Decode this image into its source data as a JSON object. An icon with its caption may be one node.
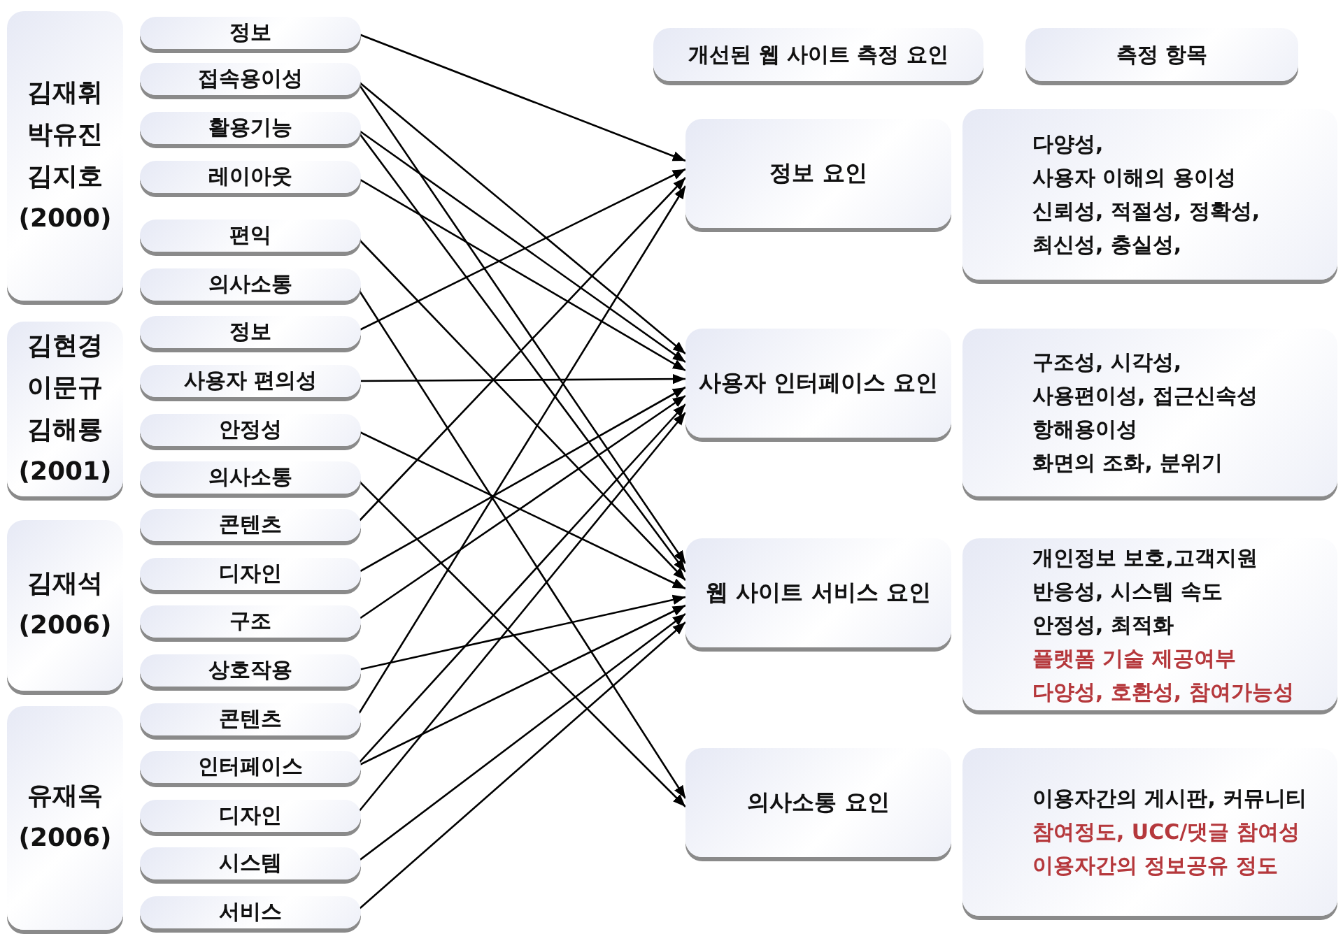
{
  "diagram": {
    "nodes": [
      {
        "text": [
          "김재휘 박유진 김지호 (2000)"
        ]
      },
      {
        "text": [
          "정보"
        ]
      },
      {
        "text": [
          "접속용이성"
        ]
      },
      {
        "text": [
          "활용기능"
        ]
      },
      {
        "text": [
          "레이아웃"
        ]
      },
      {
        "text": [
          "편익"
        ]
      },
      {
        "text": [
          "의사소통"
        ]
      },
      {
        "text": [
          "김현경 이문규 김해룡 (2001)"
        ]
      },
      {
        "text": [
          "정보"
        ]
      },
      {
        "text": [
          "사용자 편의성"
        ]
      },
      {
        "text": [
          "안정성"
        ]
      },
      {
        "text": [
          "의사소통"
        ]
      },
      {
        "text": [
          "김재석 (2006)"
        ]
      },
      {
        "text": [
          "콘텐츠"
        ]
      },
      {
        "text": [
          "디자인"
        ]
      },
      {
        "text": [
          "구조"
        ]
      },
      {
        "text": [
          "상호작용"
        ]
      },
      {
        "text": [
          "유재옥 (2006)"
        ]
      },
      {
        "text": [
          "콘텐츠"
        ]
      },
      {
        "text": [
          "인터페이스"
        ]
      },
      {
        "text": [
          "디자인"
        ]
      },
      {
        "text": [
          "시스템"
        ]
      },
      {
        "text": [
          "서비스"
        ]
      },
      {
        "text": [
          "개선된 웹 사이트 측정 요인"
        ]
      },
      {
        "text": [
          "측정 항목"
        ]
      },
      {
        "text": [
          "정보 요인"
        ]
      },
      {
        "text": [
          "다양성,",
          "사용자 이해의 용이성",
          "신뢰성, 적절성, 정확성,",
          "최신성, 충실성,"
        ]
      },
      {
        "text": [
          "사용자 인터페이스 요인"
        ]
      },
      {
        "text": [
          "구조성, 시각성,",
          "사용편이성, 접근신속성",
          "항해용이성",
          "화면의 조화, 분위기"
        ]
      },
      {
        "text": [
          "웹 사이트 서비스 요인"
        ]
      },
      {
        "text": [
          "개인정보 보호,고객지원",
          "반응성, 시스템 속도",
          "안정성, 최적화",
          "플랫폼 기술 제공여부",
          "다양성, 호환성, 참여가능성"
        ]
      },
      {
        "text": [
          "의사소통 요인"
        ]
      },
      {
        "text": [
          "이용자간의 게시판, 커뮤니티",
          "참여정도, UCC/댓글 참여성",
          "이용자간의 정보공유 정도"
        ]
      }
    ],
    "edges": [
      {
        "from": 1,
        "to": 25,
        "arrow": "to"
      },
      {
        "from": 2,
        "to": 27,
        "arrow": "to"
      },
      {
        "from": 2,
        "to": 29,
        "arrow": "to"
      },
      {
        "from": 3,
        "to": 27,
        "arrow": "to"
      },
      {
        "from": 3,
        "to": 29,
        "arrow": "to"
      },
      {
        "from": 4,
        "to": 27,
        "arrow": "to"
      },
      {
        "from": 5,
        "to": 29,
        "arrow": "to"
      },
      {
        "from": 6,
        "to": 31,
        "arrow": "to"
      },
      {
        "from": 8,
        "to": 25,
        "arrow": "to"
      },
      {
        "from": 9,
        "to": 27,
        "arrow": "to"
      },
      {
        "from": 10,
        "to": 29,
        "arrow": "to"
      },
      {
        "from": 11,
        "to": 31,
        "arrow": "to"
      },
      {
        "from": 13,
        "to": 25,
        "arrow": "to"
      },
      {
        "from": 14,
        "to": 27,
        "arrow": "to"
      },
      {
        "from": 15,
        "to": 27,
        "arrow": "to"
      },
      {
        "from": 16,
        "to": 29,
        "arrow": "to"
      },
      {
        "from": 18,
        "to": 25,
        "arrow": "to"
      },
      {
        "from": 19,
        "to": 27,
        "arrow": "to"
      },
      {
        "from": 19,
        "to": 29,
        "arrow": "to"
      },
      {
        "from": 20,
        "to": 27,
        "arrow": "to"
      },
      {
        "from": 21,
        "to": 29,
        "arrow": "to"
      },
      {
        "from": 22,
        "to": 29,
        "arrow": "to"
      }
    ]
  }
}
